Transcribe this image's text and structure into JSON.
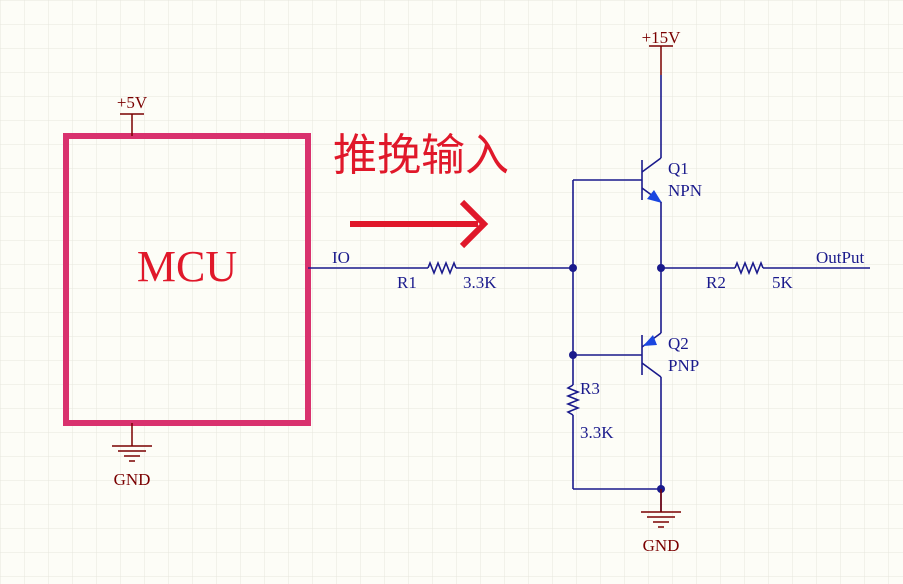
{
  "title": "推挽输入",
  "mcu": {
    "label": "MCU",
    "pin": "IO",
    "supply": "+5V",
    "ground": "GND"
  },
  "r1": {
    "ref": "R1",
    "value": "3.3K"
  },
  "r2": {
    "ref": "R2",
    "value": "5K"
  },
  "r3": {
    "ref": "R3",
    "value": "3.3K"
  },
  "q1": {
    "ref": "Q1",
    "type": "NPN"
  },
  "q2": {
    "ref": "Q2",
    "type": "PNP"
  },
  "rail_top": "+15V",
  "ground_bottom": "GND",
  "output": "OutPut",
  "colors": {
    "wire": "#1a1a8c",
    "power": "#7a0000",
    "mcu_box": "#d9326e",
    "title": "#e0182a",
    "arrow": "#e0182a",
    "transistor_arrow": "#1a46e0",
    "background": "#fdfdf7"
  }
}
